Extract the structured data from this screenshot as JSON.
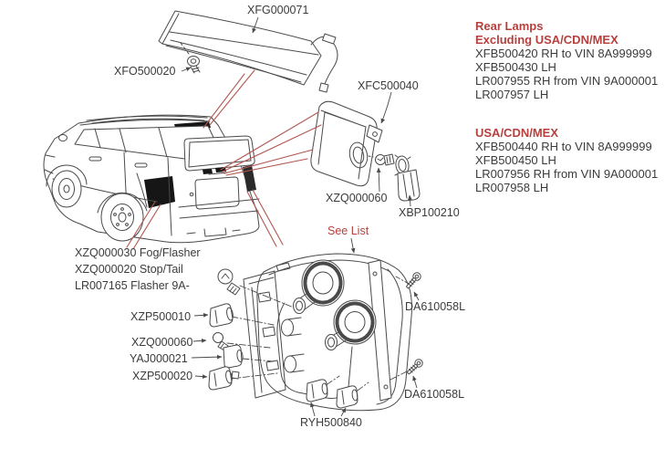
{
  "info_panel": {
    "title": "Rear Lamps",
    "sections": [
      {
        "heading": "Excluding USA/CDN/MEX",
        "lines": [
          "XFB500420 RH to VIN 8A999999",
          "XFB500430 LH",
          "LR007955 RH from VIN 9A000001",
          "LR007957 LH"
        ]
      },
      {
        "heading": "USA/CDN/MEX",
        "lines": [
          "XFB500440 RH to VIN 8A999999",
          "XFB500450 LH",
          "LR007956 RH from VIN 9A000001",
          "LR007958 LH"
        ]
      }
    ]
  },
  "labels": {
    "xfg000071": "XFG000071",
    "xfo500020": "XFO500020",
    "xfc500040": "XFC500040",
    "xzq000060_fog": "XZQ000060",
    "xbp100210": "XBP100210",
    "see_list": "See List",
    "bulb_list": [
      "XZQ000030 Fog/Flasher",
      "XZQ000020 Stop/Tail",
      "LR007165 Flasher 9A-"
    ],
    "xzp500010": "XZP500010",
    "xzq000060_assy": "XZQ000060",
    "yaj000021": "YAJ000021",
    "xzp500020": "XZP500020",
    "da610058l_upper": "DA610058L",
    "da610058l_lower": "DA610058L",
    "ryh500840": "RYH500840"
  },
  "colors": {
    "accent_red": "#b5403e",
    "callout_line_red": "#b2564f",
    "line_art": "#4a4a4a",
    "text": "#3b3b3b"
  }
}
